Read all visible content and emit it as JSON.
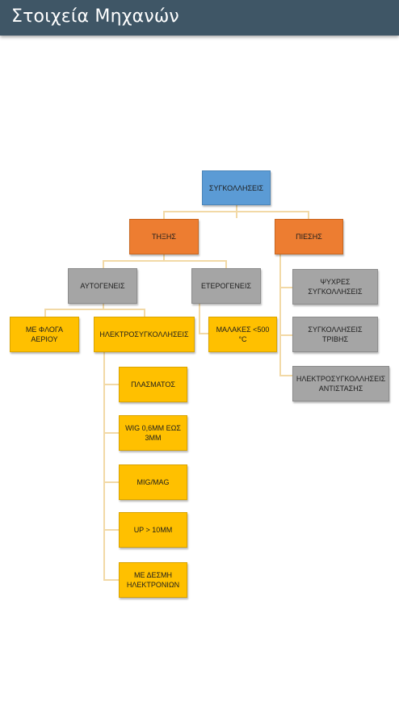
{
  "app": {
    "title": "Στοιχεία Μηχανών"
  },
  "diagram": {
    "root": "ΣΥΓΚΟΛΛΗΣΕΙΣ",
    "fusion": "ΤΗΞΗΣ",
    "pressure": "ΠΙΕΣΗΣ",
    "autogenous": "ΑΥΤΟΓΕΝΕΙΣ",
    "heterogenous": "ΕΤΕΡΟΓΕΝΕΙΣ",
    "gas_flame": "ΜΕ ΦΛΟΓΑ ΑΕΡΙΟΥ",
    "electric_welding": "ΗΛΕΚΤΡΟΣΥΓΚΟΛΛΗΣΕΙΣ",
    "soft": "ΜΑΛΑΚΕΣ <500 °C",
    "cold": "ΨΥΧΡΕΣ ΣΥΓΚΟΛΛΗΣΕΙΣ",
    "friction": "ΣΥΓΚΟΛΛΗΣΕΙΣ ΤΡΙΒΗΣ",
    "resistance": "ΗΛΕΚΤΡΟΣΥΓΚΟΛΛΗΣΕΙΣ ΑΝΤΙΣΤΑΣΗΣ",
    "electric_sub": [
      "ΠΛΑΣΜΑΤΟΣ",
      "WIG 0,6MM ΕΩΣ 3MM",
      "MIG/MAG",
      "UP > 10MM",
      "ΜΕ ΔΕΣΜΗ ΗΛΕΚΤΡΟΝΙΩΝ"
    ]
  }
}
